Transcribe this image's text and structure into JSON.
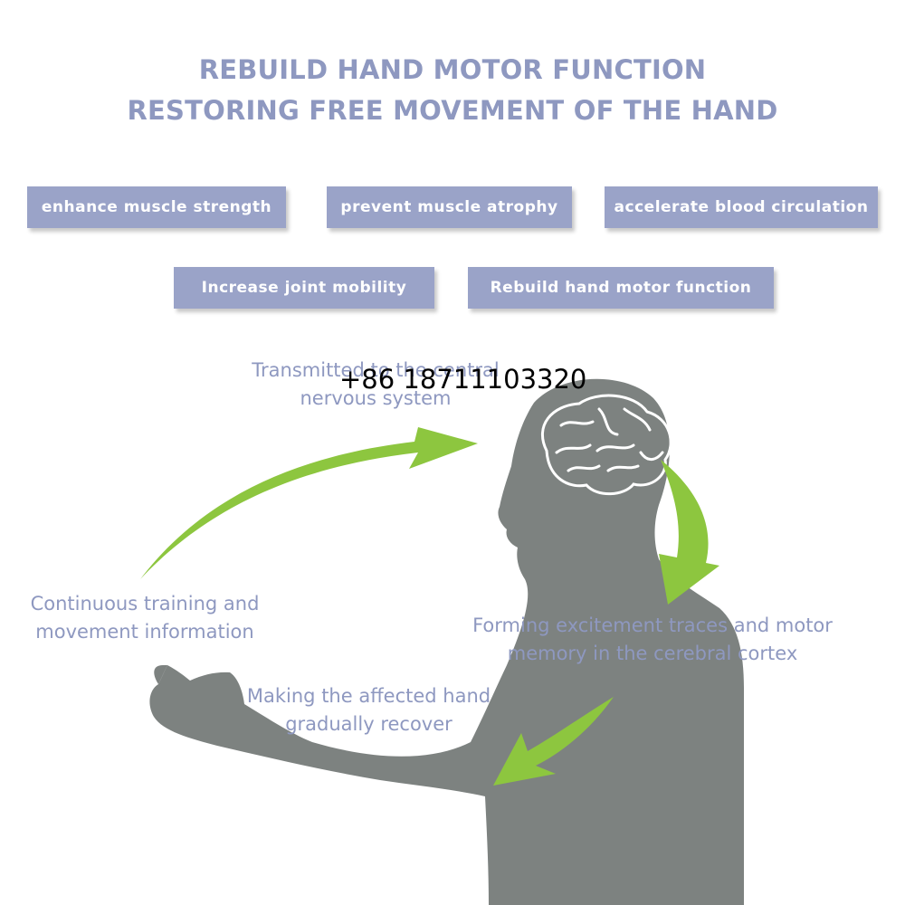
{
  "colors": {
    "text": "#8e98c0",
    "pill": "#9aa3c8",
    "silhouette": "#7d8280",
    "arrow": "#8dc63f"
  },
  "title": {
    "line1": "REBUILD HAND MOTOR FUNCTION",
    "line2": "RESTORING FREE MOVEMENT OF THE HAND"
  },
  "benefits": [
    "enhance muscle strength",
    "prevent muscle atrophy",
    "accelerate blood circulation",
    "Increase joint mobility",
    "Rebuild hand motor function"
  ],
  "cycle": {
    "central": {
      "line1": "Transmitted to the central",
      "line2": "nervous system"
    },
    "cortex": {
      "line1": "Forming excitement traces and motor",
      "line2": "memory in the cerebral cortex"
    },
    "recover": {
      "line1": "Making the affected hand",
      "line2": "gradually recover"
    },
    "training": {
      "line1": "Continuous training and",
      "line2": "movement information"
    }
  },
  "phone": "+86 18711103320",
  "icons": {
    "silhouette": "human-silhouette",
    "brain": "brain-icon",
    "arrow": "curved-arrow-icon"
  }
}
